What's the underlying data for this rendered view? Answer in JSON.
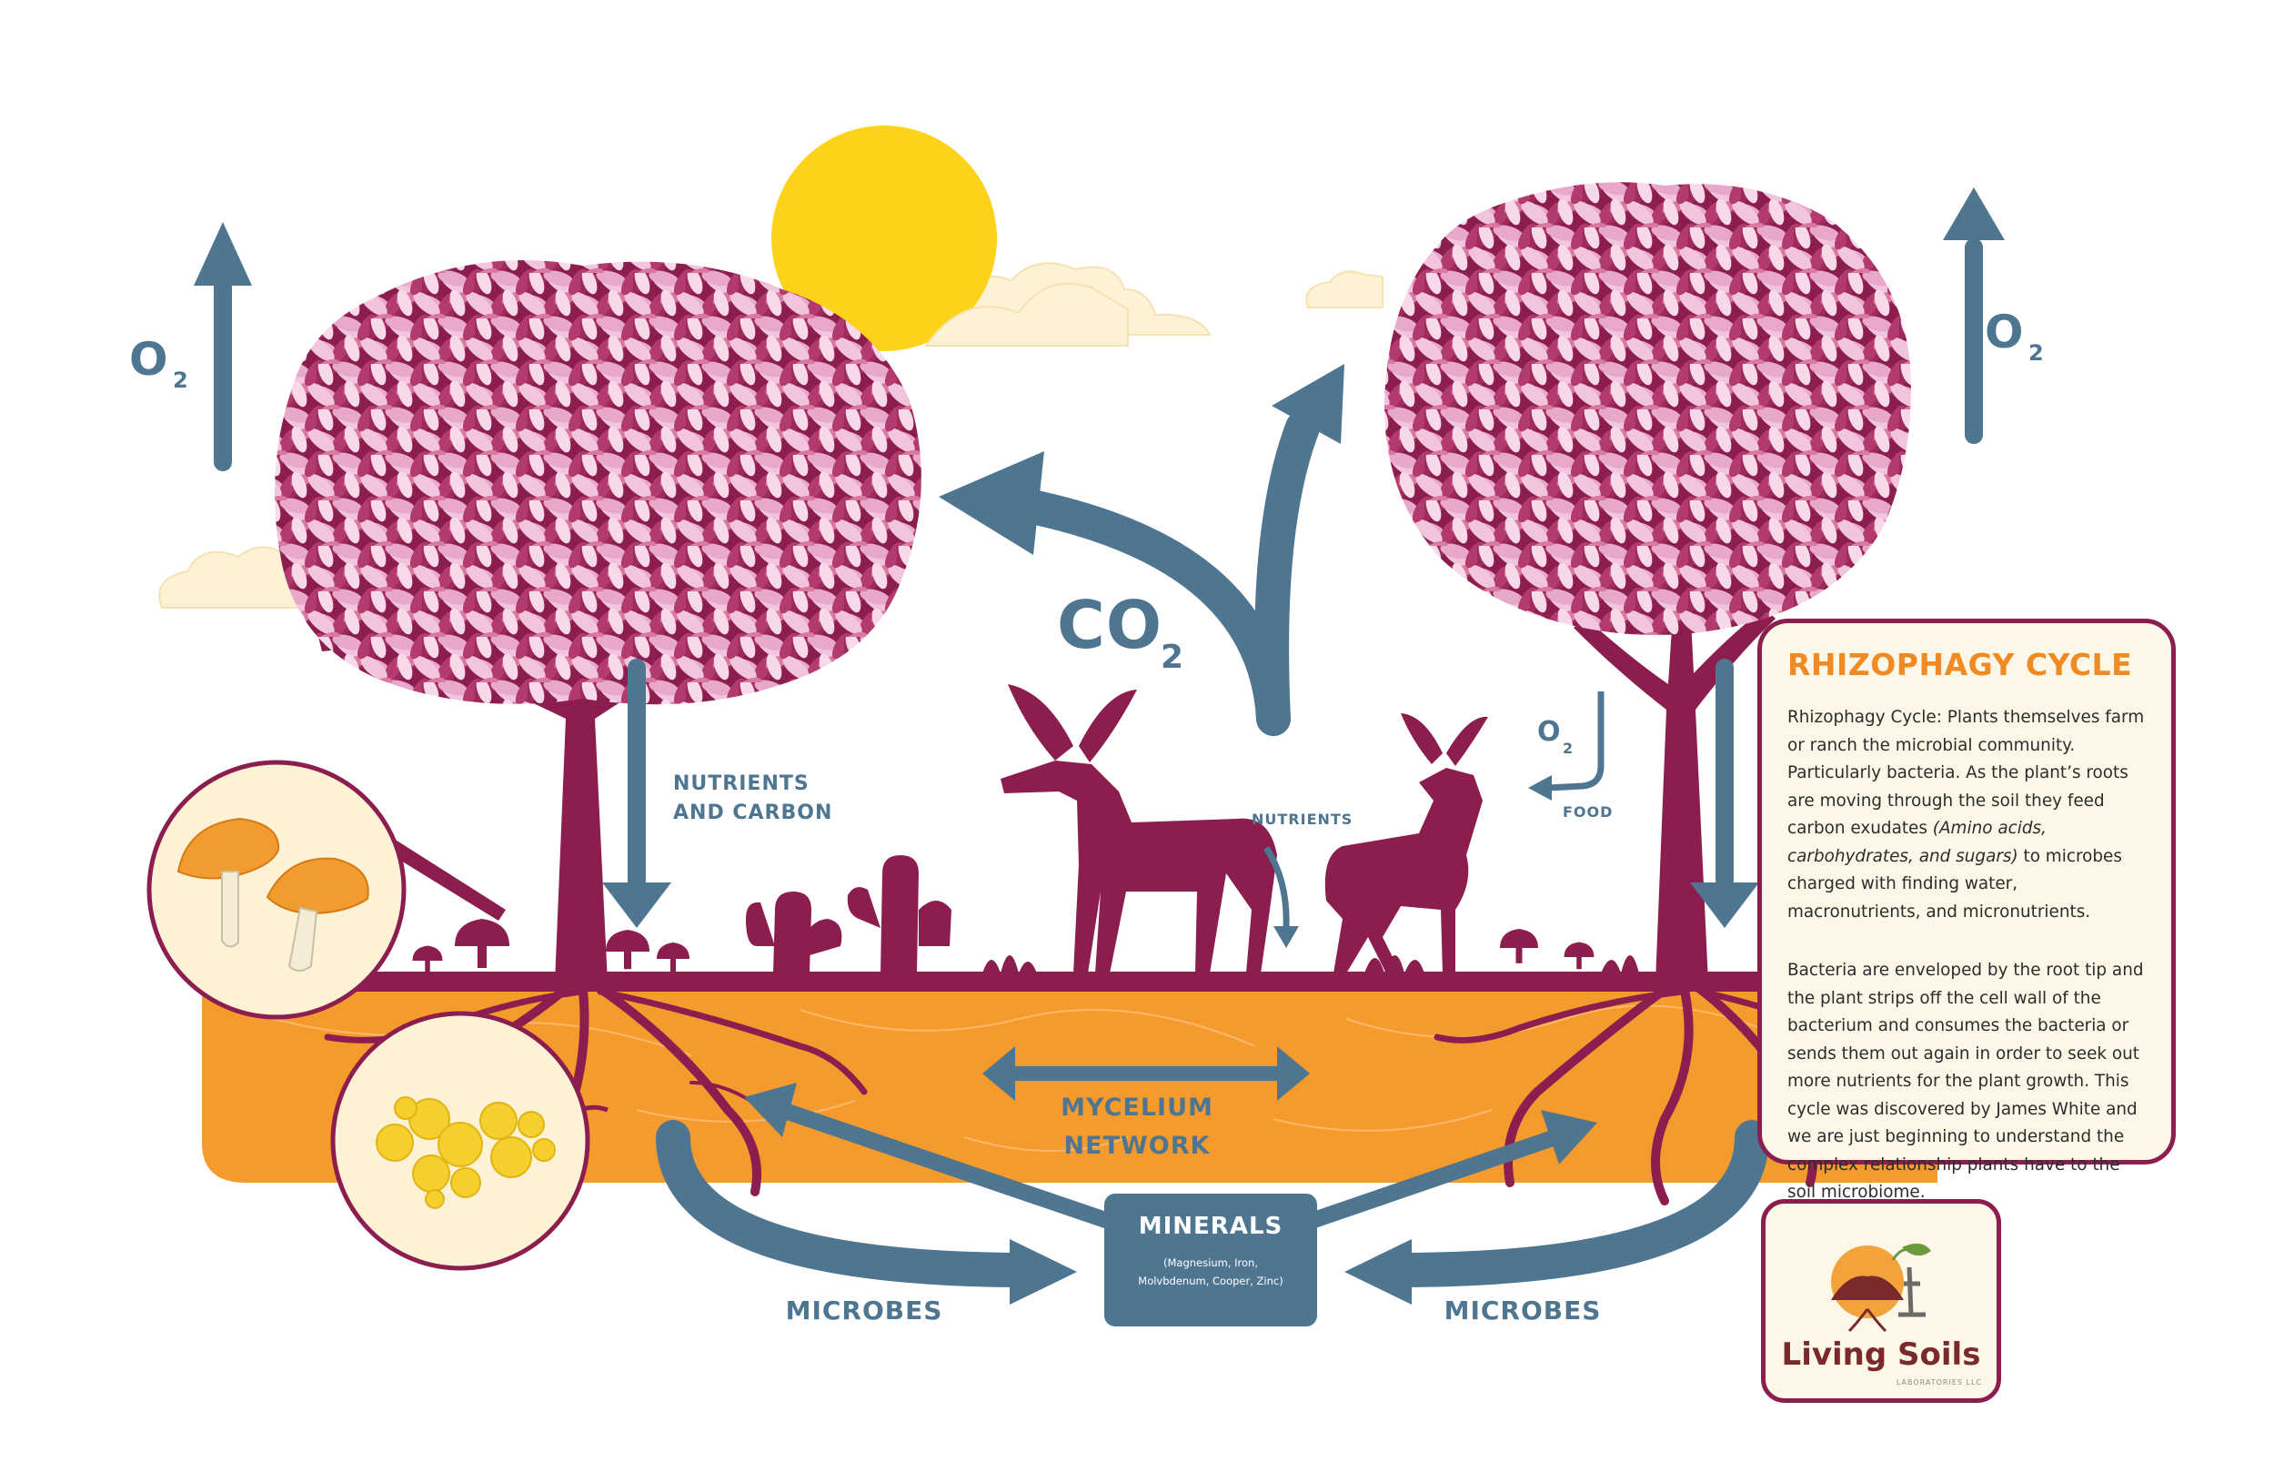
{
  "labels": {
    "o2_left": "O",
    "o2_right": "O",
    "o2_small": "O",
    "o2_sub": "2",
    "co2": "CO",
    "co2_sub": "2",
    "nutrients_carbon_1": "NUTRIENTS",
    "nutrients_carbon_2": "AND CARBON",
    "nutrients": "NUTRIENTS",
    "food": "FOOD",
    "mycelium_1": "MYCELIUM",
    "mycelium_2": "NETWORK",
    "minerals": "MINERALS",
    "minerals_detail_1": "(Magnesium, Iron,",
    "minerals_detail_2": "Molvbdenum, Cooper, Zinc)",
    "microbes_left": "MICROBES",
    "microbes_right": "MICROBES"
  },
  "panel": {
    "title": "RHIZOPHAGY CYCLE",
    "p1_a": "Rhizophagy Cycle: Plants themselves farm or ranch the microbial community. Particularly bacteria. As the plant’s roots are moving through the soil they feed carbon exudates ",
    "p1_em": "(Amino acids, carbohydrates, and sugars)",
    "p1_b": " to microbes charged with finding water, macronutrients, and micronutrients.",
    "p2": "Bacteria are enveloped by the root tip and the plant strips off the cell wall of the bacterium and consumes the bacteria or sends them out again in order to seek out more nutrients for the plant growth. This cycle was discovered by James White and we are just beginning to understand the complex relationship plants have to the soil microbiome."
  },
  "logo": {
    "name": "Living Soils",
    "sub": "LABORATORIES LLC"
  },
  "colors": {
    "arrow": "#4f7690",
    "plant": "#8b1e4f",
    "soil": "#f59a2c",
    "sun": "#fcd31a",
    "panel_border": "#8b1e4f",
    "title": "#f08a24"
  }
}
